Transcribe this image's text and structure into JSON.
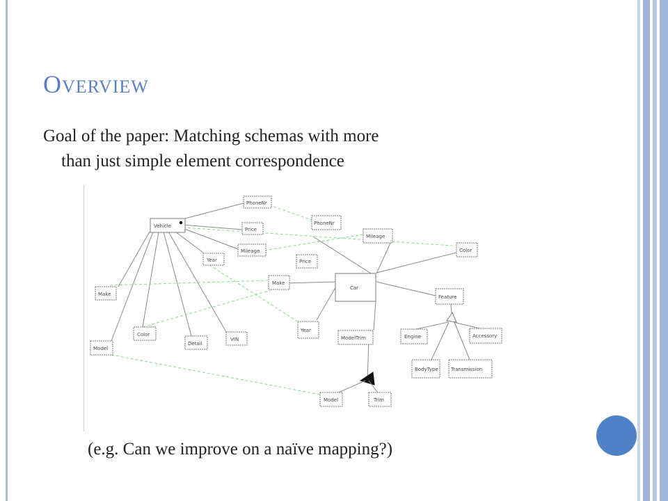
{
  "slide": {
    "title_first": "O",
    "title_rest": "verview",
    "body_line1": "Goal of the paper: Matching schemas with more",
    "body_line2": "than just simple element correspondence",
    "caption": "(e.g. Can we improve on a naïve mapping?)",
    "accent_color": "#4f81c7"
  },
  "diagram": {
    "left_schema": {
      "vehicle": "Vehicle",
      "phonenr": "PhoneNr",
      "price": "Price",
      "mileage": "Mileage",
      "year": "Year",
      "make": "Make",
      "color": "Color",
      "detail": "Detail",
      "vin": "VIN",
      "model": "Model"
    },
    "right_schema": {
      "car": "Car",
      "phonenr": "PhoneNr",
      "mileage": "Mileage",
      "price": "Price",
      "make": "Make",
      "year": "Year",
      "modeltrim": "ModelTrim",
      "color": "Color",
      "feature": "Feature",
      "engine": "Engine",
      "accessory": "Accessory",
      "bodytype": "BodyType",
      "transmission": "Transmission",
      "model": "Model",
      "trim": "Trim"
    },
    "match_line_color": "#7ee07e"
  }
}
